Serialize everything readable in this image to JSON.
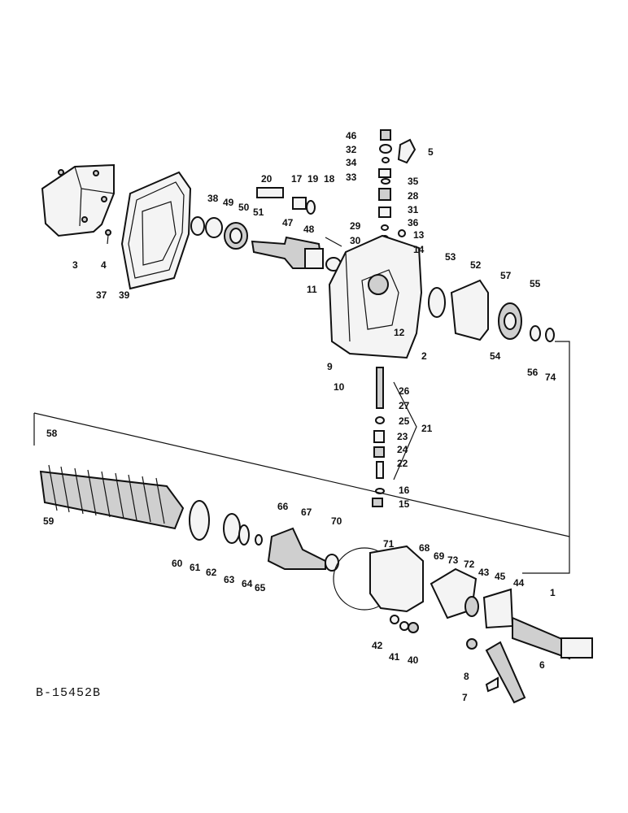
{
  "drawing_ref": "B-15452B",
  "parts": {
    "p1": "1",
    "p2": "2",
    "p3": "3",
    "p4": "4",
    "p5": "5",
    "p6": "6",
    "p7": "7",
    "p8": "8",
    "p9": "9",
    "p10": "10",
    "p11": "11",
    "p12": "12",
    "p13": "13",
    "p14": "14",
    "p15": "15",
    "p16": "16",
    "p17": "17",
    "p18": "18",
    "p19": "19",
    "p20": "20",
    "p21": "21",
    "p22": "22",
    "p23": "23",
    "p24": "24",
    "p25": "25",
    "p26": "26",
    "p27": "27",
    "p28": "28",
    "p29": "29",
    "p30": "30",
    "p31": "31",
    "p32": "32",
    "p33": "33",
    "p34": "34",
    "p35": "35",
    "p36": "36",
    "p37": "37",
    "p38": "38",
    "p39": "39",
    "p40": "40",
    "p41": "41",
    "p42": "42",
    "p43": "43",
    "p44": "44",
    "p45": "45",
    "p46": "46",
    "p47": "47",
    "p48": "48",
    "p49": "49",
    "p50": "50",
    "p51": "51",
    "p52": "52",
    "p53": "53",
    "p54": "54",
    "p55": "55",
    "p56": "56",
    "p57": "57",
    "p58": "58",
    "p59": "59",
    "p60": "60",
    "p61": "61",
    "p62": "62",
    "p63": "63",
    "p64": "64",
    "p65": "65",
    "p66": "66",
    "p67": "67",
    "p68": "68",
    "p69": "69",
    "p70": "70",
    "p71": "71",
    "p72": "72",
    "p73": "73",
    "p74": "74"
  }
}
